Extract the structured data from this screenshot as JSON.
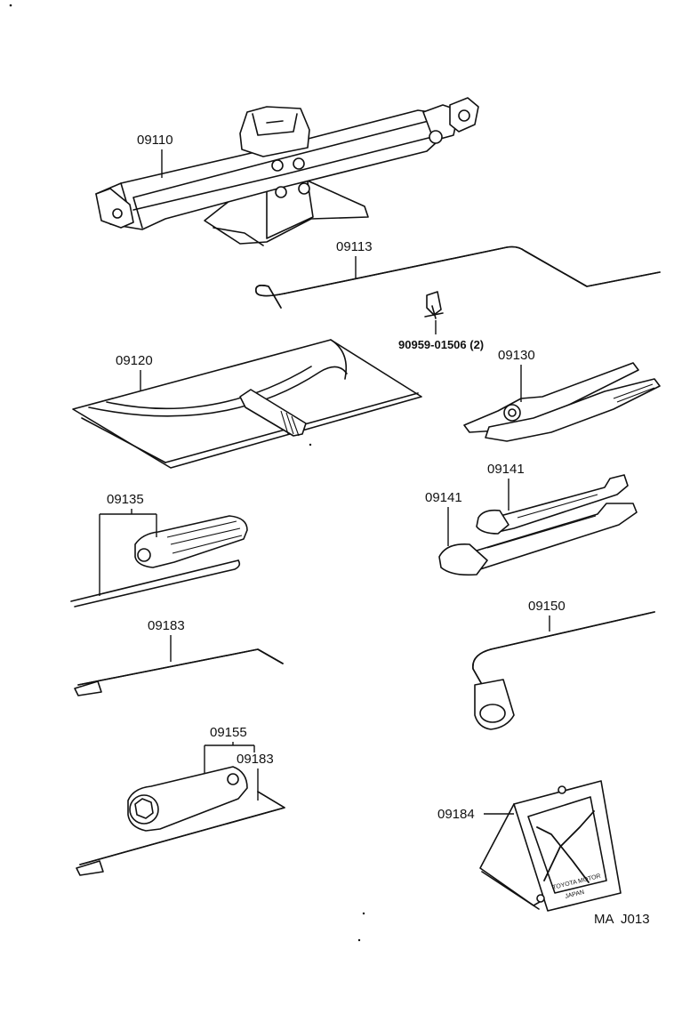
{
  "parts": {
    "jack": "09110",
    "jack_handle": "09113",
    "clip": "90959-01506 (2)",
    "tool_bag": "09120",
    "pliers": "09130",
    "wrench_upper": "09141",
    "wrench_lower": "09141",
    "screwdriver": "09135",
    "lug_wrench": "09150",
    "hub_nut_wrench_1": "09183",
    "plug_wrench": "09155",
    "hub_nut_wrench_2": "09183",
    "wheel_chock": "09184"
  },
  "chock_text": {
    "line1": "TOYOTA MOTOR",
    "line2": "JAPAN"
  },
  "drawing_code": "MA  J013",
  "icons": [
    "scissor-jack-icon",
    "jack-handle-icon",
    "clip-icon",
    "tool-bag-icon",
    "pliers-icon",
    "open-end-wrench-icon",
    "screwdriver-icon",
    "lug-wrench-icon",
    "hub-nut-wrench-icon",
    "plug-wrench-icon",
    "wheel-chock-icon"
  ]
}
